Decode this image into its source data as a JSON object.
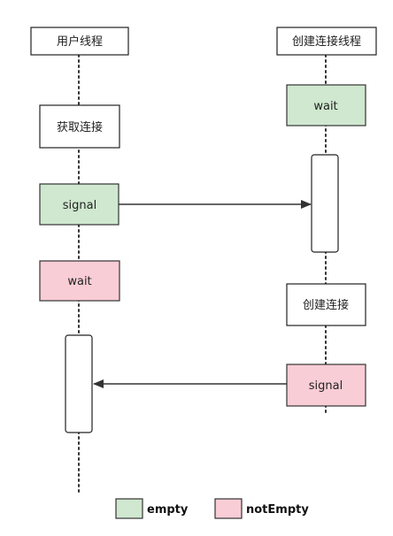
{
  "participants": {
    "user_thread": "用户线程",
    "creator_thread": "创建连接线程"
  },
  "nodes": {
    "creator_wait": "wait",
    "user_get_connection": "获取连接",
    "user_signal": "signal",
    "user_wait": "wait",
    "creator_create_connection": "创建连接",
    "creator_signal": "signal"
  },
  "legend": {
    "empty_label": "empty",
    "not_empty_label": "notEmpty"
  },
  "colors": {
    "empty": "#cfe8cf",
    "empty_border": "#333333",
    "not_empty": "#f9cdd6",
    "not_empty_border": "#333333",
    "box_border": "#222222",
    "line": "#333333"
  }
}
